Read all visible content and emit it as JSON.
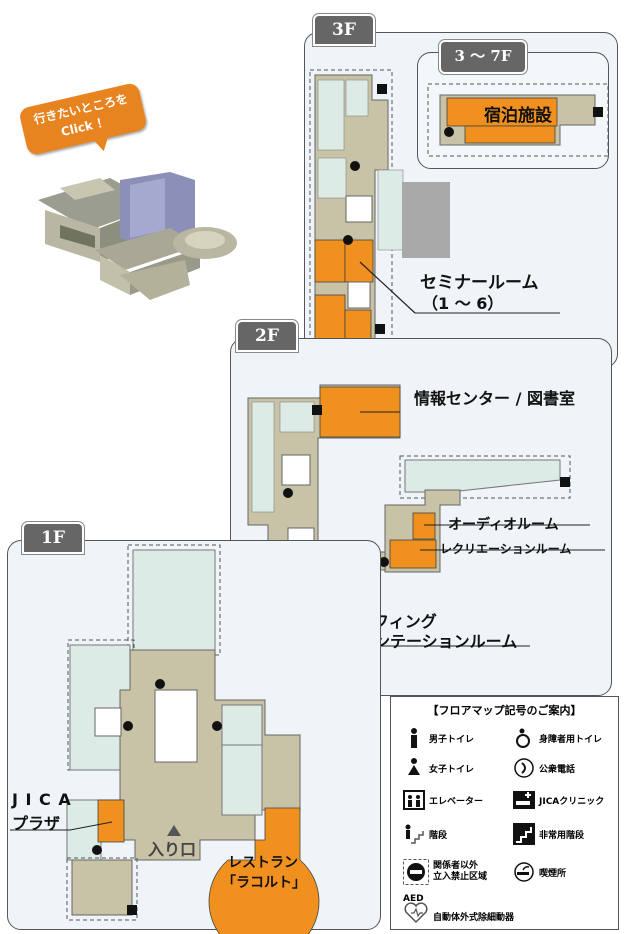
{
  "callout": {
    "line1": "行きたいところを",
    "line2": "Click ！"
  },
  "floors": {
    "f3": {
      "tab": "3F"
    },
    "f3_7": {
      "tab": "3 ～ 7F",
      "room": "宿泊施設"
    },
    "f2": {
      "tab": "2F"
    },
    "f1": {
      "tab": "1F"
    }
  },
  "rooms": {
    "seminar_line1": "セミナールーム",
    "seminar_line2": "（1 ～ 6）",
    "info_center": "情報センター / 図書室",
    "audio_room": "オーディオルーム",
    "recreation_room": "レクリエーションルーム",
    "briefing_line1": "ブリーフィング",
    "briefing_line2": "オリエンテーションルーム",
    "jica_plaza_line1": "J I C A",
    "jica_plaza_line2": "プラザ",
    "entrance": "入り口",
    "restaurant_line1": "レストラン",
    "restaurant_line2": "「ラコルト」"
  },
  "legend": {
    "title": "【フロアマップ記号のご案内】",
    "items": [
      {
        "icon": "male-toilet-icon",
        "label": "男子トイレ"
      },
      {
        "icon": "accessible-toilet-icon",
        "label": "身障者用トイレ"
      },
      {
        "icon": "female-toilet-icon",
        "label": "女子トイレ"
      },
      {
        "icon": "public-phone-icon",
        "label": "公衆電話"
      },
      {
        "icon": "elevator-icon",
        "label": "エレベーター"
      },
      {
        "icon": "jica-clinic-icon",
        "label": "JICAクリニック"
      },
      {
        "icon": "stairs-icon",
        "label": "階段"
      },
      {
        "icon": "emergency-stairs-icon",
        "label": "非常用階段"
      },
      {
        "icon": "no-entry-icon",
        "label_line1": "関係者以外",
        "label_line2": "立入禁止区域"
      },
      {
        "icon": "smoking-area-icon",
        "label": "喫煙所"
      },
      {
        "icon": "aed-icon",
        "aed_text": "AED",
        "label": "自動体外式除細動器"
      }
    ]
  },
  "colors": {
    "orange": "#f0901e",
    "panel": "#eef4f7",
    "room": "#e4efea",
    "wall": "#c8c2a6",
    "tab": "#666666"
  }
}
